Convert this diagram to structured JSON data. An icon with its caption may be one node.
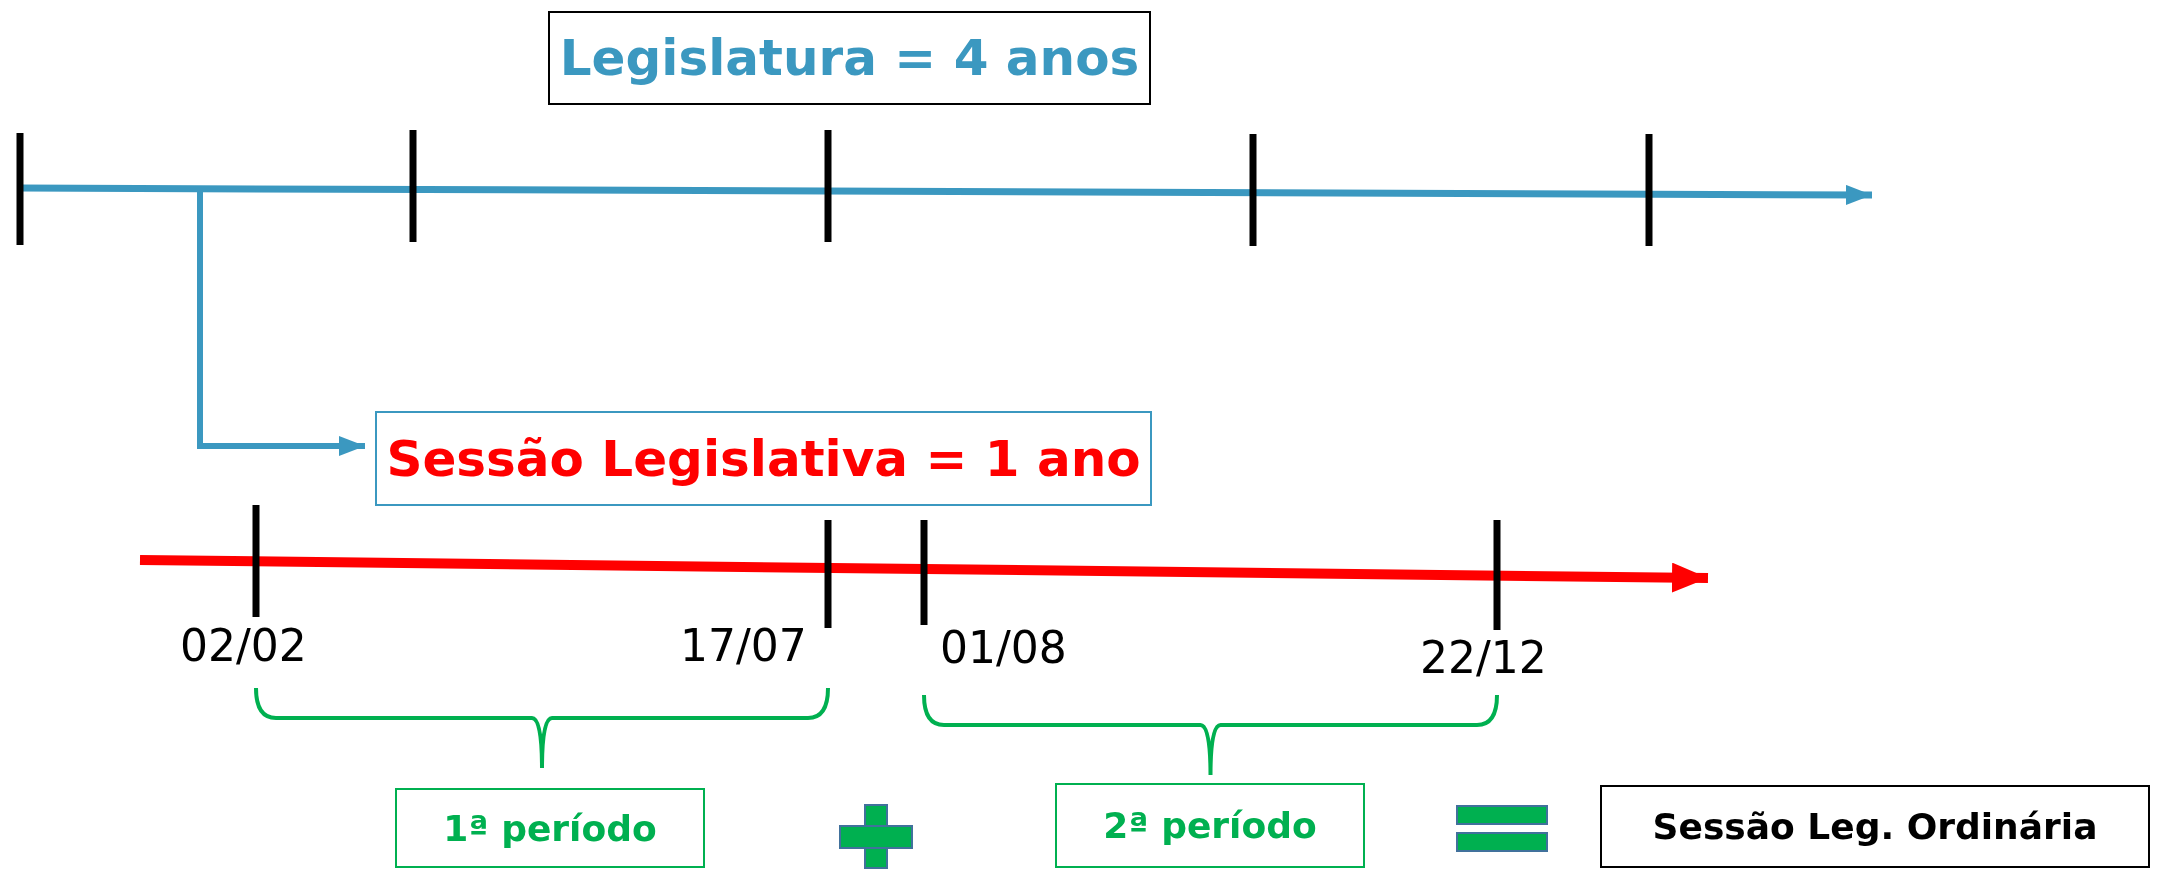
{
  "diagram": {
    "nodes": [
      {
        "text": [
          "Legislatura = 4 anos"
        ]
      },
      {
        "text": [
          "Sessão Legislativa = 1 ano"
        ]
      },
      {
        "text": [
          "1ª período"
        ]
      },
      {
        "text": [
          "2ª período"
        ]
      },
      {
        "text": [
          "Sessão Leg. Ordinária"
        ]
      }
    ],
    "edges": [
      {
        "from": null,
        "to": 1,
        "arrow": "to"
      }
    ],
    "labels": [
      "02/02",
      "17/07",
      "01/08",
      "22/12"
    ]
  }
}
